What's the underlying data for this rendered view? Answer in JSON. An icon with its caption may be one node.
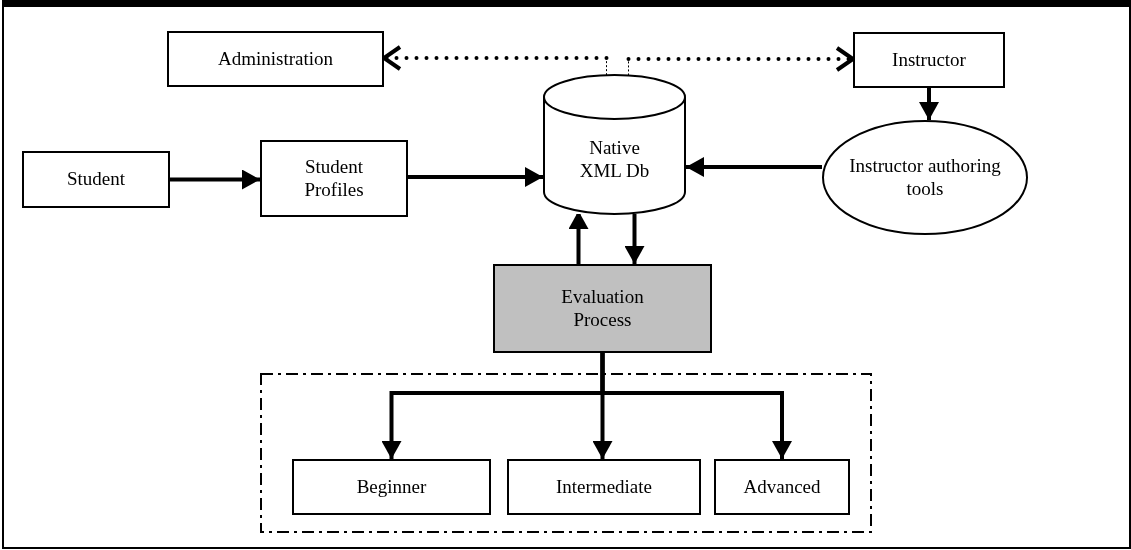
{
  "diagram": {
    "nodes": [
      {
        "text": [
          "Administration"
        ]
      },
      {
        "text": [
          "Instructor"
        ]
      },
      {
        "text": [
          "Student"
        ]
      },
      {
        "text": [
          "Student Profiles"
        ]
      },
      {
        "text": [
          "Native XML Db"
        ]
      },
      {
        "text": [
          "Instructor authoring tools"
        ]
      },
      {
        "text": [
          "Evaluation Process"
        ]
      },
      {
        "text": [],
        "shape": "box"
      },
      {
        "text": [
          "Beginner"
        ],
        "in": 7
      },
      {
        "text": [
          "Intermediate"
        ],
        "in": 7
      },
      {
        "text": [
          "Advanced"
        ],
        "in": 7
      }
    ],
    "edges": [
      {
        "from": 2,
        "to": 3,
        "arrow": "to"
      },
      {
        "from": 3,
        "to": 4,
        "arrow": "to"
      },
      {
        "from": 5,
        "to": 4,
        "arrow": "to"
      },
      {
        "from": 1,
        "to": 5,
        "arrow": "to"
      },
      {
        "from": 6,
        "to": 4,
        "arrow": "to"
      },
      {
        "from": 4,
        "to": 6,
        "arrow": "to"
      },
      {
        "from": 6,
        "to": 8,
        "arrow": "to"
      },
      {
        "from": 6,
        "to": 9,
        "arrow": "to"
      },
      {
        "from": 6,
        "to": 10,
        "arrow": "to"
      },
      {
        "from": 4,
        "to": 0,
        "arrow": "to",
        "style": "dashed"
      },
      {
        "from": 4,
        "to": 1,
        "arrow": "to",
        "style": "dashed"
      }
    ]
  }
}
